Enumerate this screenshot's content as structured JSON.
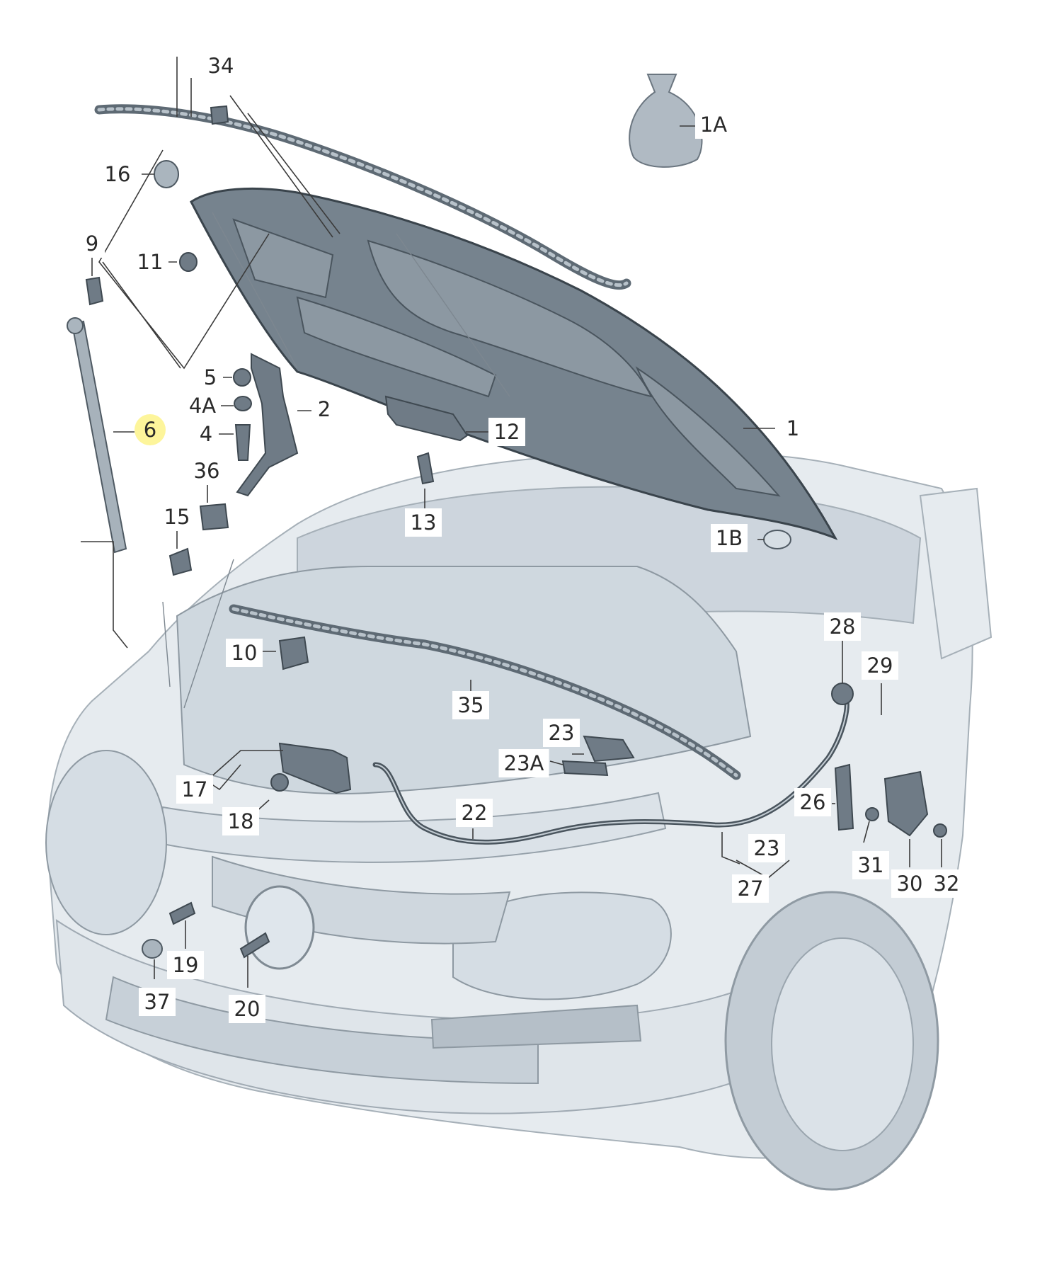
{
  "diagram": {
    "callouts": [
      {
        "id": "callout-34",
        "text": "34"
      },
      {
        "id": "callout-1a",
        "text": "1A"
      },
      {
        "id": "callout-16",
        "text": "16"
      },
      {
        "id": "callout-9",
        "text": "9"
      },
      {
        "id": "callout-11",
        "text": "11"
      },
      {
        "id": "callout-5",
        "text": "5"
      },
      {
        "id": "callout-4a",
        "text": "4A"
      },
      {
        "id": "callout-4",
        "text": "4"
      },
      {
        "id": "callout-2",
        "text": "2"
      },
      {
        "id": "callout-6",
        "text": "6"
      },
      {
        "id": "callout-12",
        "text": "12"
      },
      {
        "id": "callout-1",
        "text": "1"
      },
      {
        "id": "callout-36",
        "text": "36"
      },
      {
        "id": "callout-13",
        "text": "13"
      },
      {
        "id": "callout-15",
        "text": "15"
      },
      {
        "id": "callout-1b",
        "text": "1B"
      },
      {
        "id": "callout-28",
        "text": "28"
      },
      {
        "id": "callout-29",
        "text": "29"
      },
      {
        "id": "callout-10",
        "text": "10"
      },
      {
        "id": "callout-35",
        "text": "35"
      },
      {
        "id": "callout-23-top",
        "text": "23"
      },
      {
        "id": "callout-23a",
        "text": "23A"
      },
      {
        "id": "callout-17",
        "text": "17"
      },
      {
        "id": "callout-18",
        "text": "18"
      },
      {
        "id": "callout-22",
        "text": "22"
      },
      {
        "id": "callout-26",
        "text": "26"
      },
      {
        "id": "callout-23-bottom",
        "text": "23"
      },
      {
        "id": "callout-27",
        "text": "27"
      },
      {
        "id": "callout-31",
        "text": "31"
      },
      {
        "id": "callout-30",
        "text": "30"
      },
      {
        "id": "callout-32",
        "text": "32"
      },
      {
        "id": "callout-19",
        "text": "19"
      },
      {
        "id": "callout-37",
        "text": "37"
      },
      {
        "id": "callout-20",
        "text": "20"
      }
    ]
  },
  "colors": {
    "vehicle_body": "#e6ebef",
    "vehicle_shadow": "#c9d2da",
    "hood": "#76838e",
    "parts": "#6f7b86",
    "highlight": "#fdf38a",
    "label_text": "#2a2a2a"
  }
}
